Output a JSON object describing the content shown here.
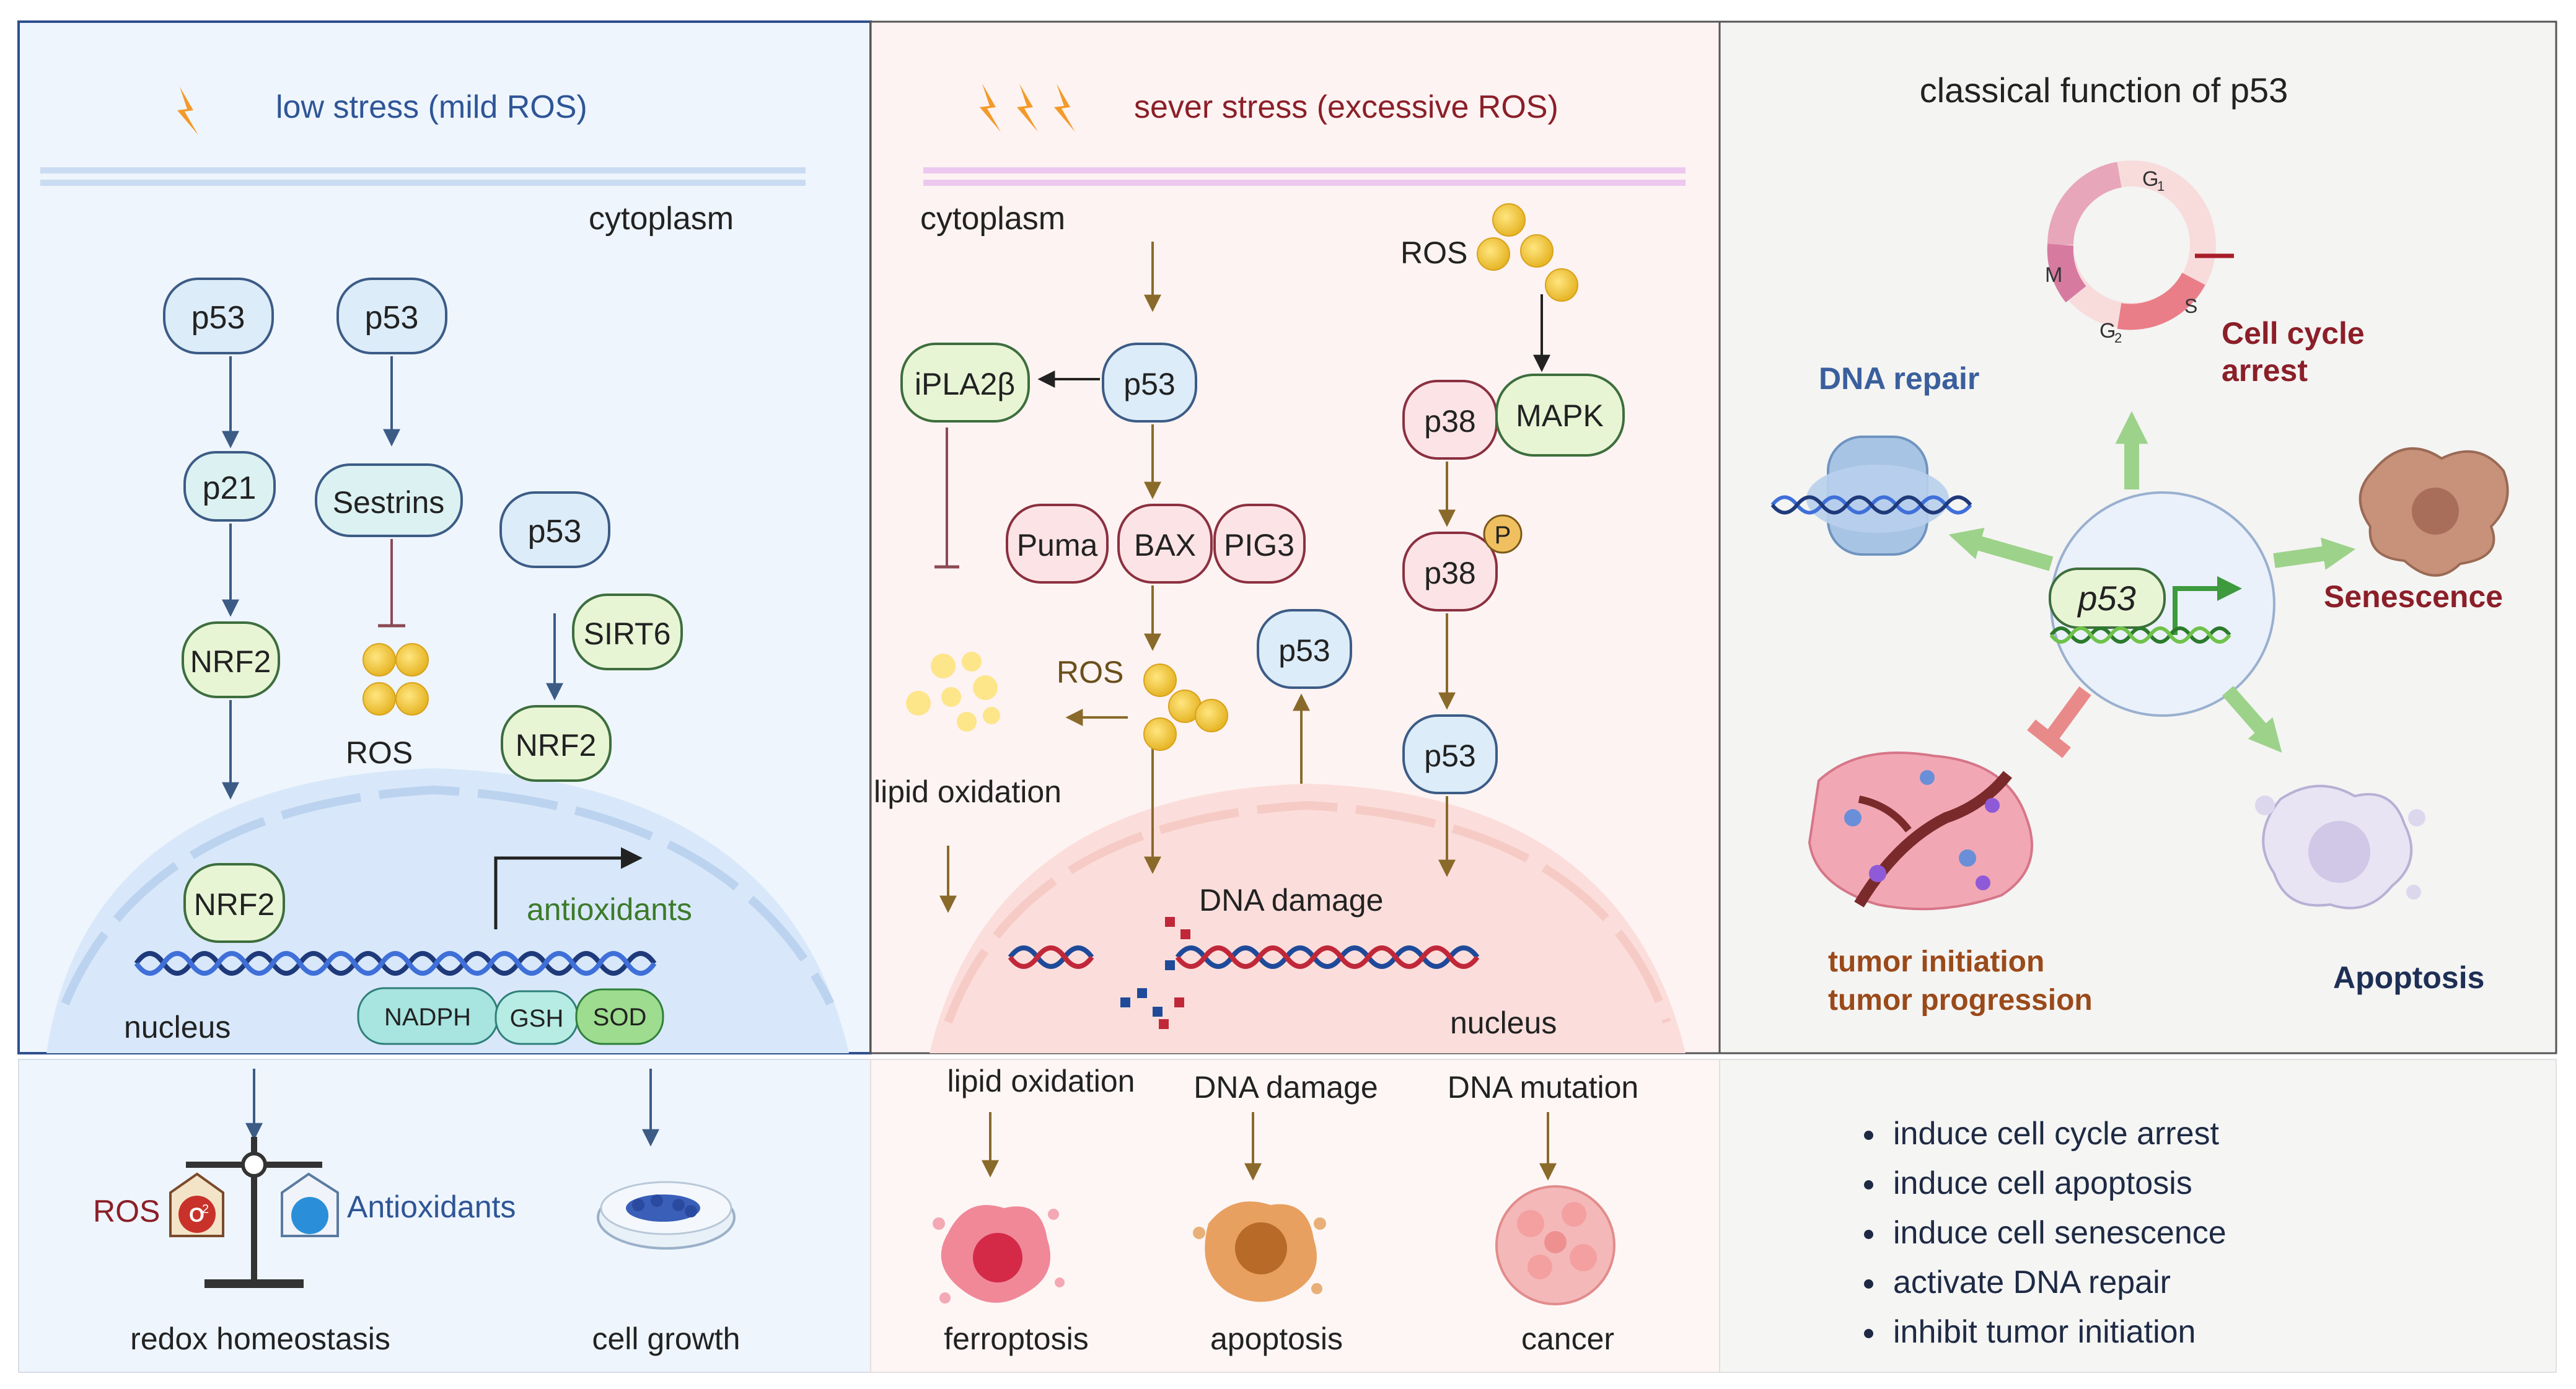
{
  "panel1": {
    "stress_label": "low stress (mild ROS)",
    "cytoplasm": "cytoplasm",
    "p53_a": "p53",
    "p53_b": "p53",
    "p21": "p21",
    "sestrins": "Sestrins",
    "p53_c": "p53",
    "sirt6": "SIRT6",
    "nrf2_a": "NRF2",
    "nrf2_b": "NRF2",
    "nrf2_nucleus": "NRF2",
    "ros": "ROS",
    "antioxidants": "antioxidants",
    "nucleus": "nucleus",
    "nadph": "NADPH",
    "gsh": "GSH",
    "sod": "SOD"
  },
  "panel2": {
    "stress_label": "sever stress (excessive ROS)",
    "cytoplasm": "cytoplasm",
    "ipla2b": "iPLA2β",
    "p53_top": "p53",
    "ros_top": "ROS",
    "p38_a": "p38",
    "mapk": "MAPK",
    "puma": "Puma",
    "bax": "BAX",
    "pig3": "PIG3",
    "phospho": "P",
    "p38_b": "p38",
    "ros_mid": "ROS",
    "p53_mid": "p53",
    "lipid_oxidation": "lipid oxidation",
    "p53_low": "p53",
    "dna_damage": "DNA damage",
    "nucleus": "nucleus"
  },
  "panel3": {
    "title": "classical function of p53",
    "g1": "G",
    "g1_sub": "1",
    "g2": "G",
    "g2_sub": "2",
    "m": "M",
    "s": "S",
    "cell_cycle_arrest_1": "Cell cycle",
    "cell_cycle_arrest_2": "arrest",
    "dna_repair": "DNA repair",
    "p53": "p53",
    "senescence": "Senescence",
    "tumor_initiation": "tumor initiation",
    "tumor_progression": "tumor progression",
    "apoptosis": "Apoptosis"
  },
  "bottom1": {
    "ros": "ROS",
    "o2": "O",
    "o2_sup": "2",
    "antioxidants": "Antioxidants",
    "redox_homeostasis": "redox homeostasis",
    "cell_growth": "cell growth"
  },
  "bottom2": {
    "lipid_oxidation": "lipid oxidation",
    "dna_damage": "DNA damage",
    "dna_mutation": "DNA mutation",
    "ferroptosis": "ferroptosis",
    "apoptosis": "apoptosis",
    "cancer": "cancer"
  },
  "bottom3": {
    "bullets": [
      "induce cell cycle arrest",
      "induce cell apoptosis",
      "induce cell senescence",
      "activate DNA repair",
      "inhibit tumor initiation"
    ]
  },
  "colors": {
    "panel1_bg": "#eef5fd",
    "panel2_bg": "#fdf3f2",
    "panel3_bg": "#f4f4f3",
    "blue_node": "#dcecf8",
    "green_node": "#e8f5d5",
    "pink_node": "#fbe3e6",
    "dark_blue_label": "#3a5f9c",
    "dark_red_label": "#8b1f28"
  }
}
